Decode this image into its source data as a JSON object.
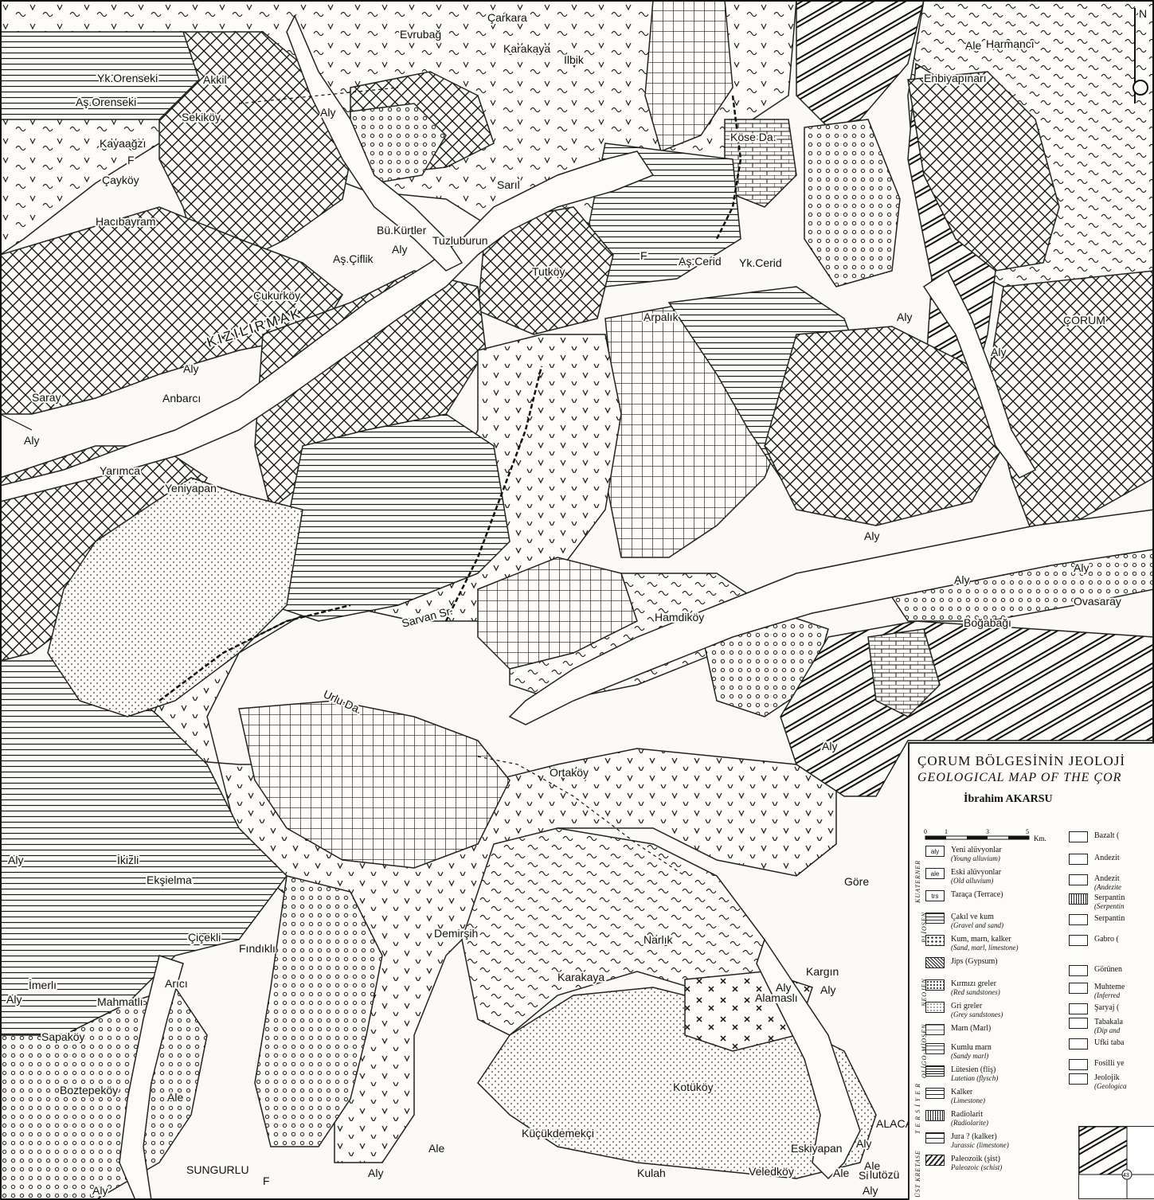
{
  "map": {
    "north_arrow": "N",
    "places": [
      {
        "name": "Çarkara"
      },
      {
        "name": "Karakaya"
      },
      {
        "name": "Evrubağ"
      },
      {
        "name": "Ilbik"
      },
      {
        "name": "Ale"
      },
      {
        "name": "Harmancı"
      },
      {
        "name": "Enbiyapınarı"
      },
      {
        "name": "Yk.Orenseki"
      },
      {
        "name": "Aş.Orenseki"
      },
      {
        "name": "Akkil"
      },
      {
        "name": "Sekiköy"
      },
      {
        "name": "Aly"
      },
      {
        "name": "Kayaağzı"
      },
      {
        "name": "F"
      },
      {
        "name": "Çayköy"
      },
      {
        "name": "Hacıbayram"
      },
      {
        "name": "Köse Da."
      },
      {
        "name": "Sarıl"
      },
      {
        "name": "Bü.Kürtler"
      },
      {
        "name": "Tuzluburun"
      },
      {
        "name": "Aş.Çiflik"
      },
      {
        "name": "Aly"
      },
      {
        "name": "Aş.Cerid"
      },
      {
        "name": "Yk.Cerid"
      },
      {
        "name": "Tutköy"
      },
      {
        "name": "F"
      },
      {
        "name": "Çukurköy"
      },
      {
        "name": "KIZILIRMAK"
      },
      {
        "name": "Arpalık"
      },
      {
        "name": "Aly"
      },
      {
        "name": "ÇORUM"
      },
      {
        "name": "Aly"
      },
      {
        "name": "Aly"
      },
      {
        "name": "Saray"
      },
      {
        "name": "Anbarcı"
      },
      {
        "name": "Aly"
      },
      {
        "name": "Yarımca"
      },
      {
        "name": "Yeniyapan"
      },
      {
        "name": "Aly"
      },
      {
        "name": "Aly"
      },
      {
        "name": "Aly"
      },
      {
        "name": "Ovasaray"
      },
      {
        "name": "Sarvan Sr."
      },
      {
        "name": "Hamdiköy"
      },
      {
        "name": "Boğabağı"
      },
      {
        "name": "Urlu Da."
      },
      {
        "name": "Aly"
      },
      {
        "name": "Ortaköy"
      },
      {
        "name": "Aly"
      },
      {
        "name": "İkizli"
      },
      {
        "name": "Ekşielma"
      },
      {
        "name": "Göre"
      },
      {
        "name": "Demirşih"
      },
      {
        "name": "Narlık"
      },
      {
        "name": "Çiçekli"
      },
      {
        "name": "Fındıklı"
      },
      {
        "name": "Kargın"
      },
      {
        "name": "Karakaya"
      },
      {
        "name": "Aly"
      },
      {
        "name": "İmerlı"
      },
      {
        "name": "Aly"
      },
      {
        "name": "Arıcı"
      },
      {
        "name": "Mahmatlı"
      },
      {
        "name": "Alamaslı"
      },
      {
        "name": "Aly"
      },
      {
        "name": "Sapaköy"
      },
      {
        "name": "Boztepeköy"
      },
      {
        "name": "Ale"
      },
      {
        "name": "Kotüköy"
      },
      {
        "name": "ALACA"
      },
      {
        "name": "Küçükdemekçi"
      },
      {
        "name": "Aly"
      },
      {
        "name": "Ale"
      },
      {
        "name": "Eskiyapan"
      },
      {
        "name": "Ale"
      },
      {
        "name": "SUNGURLU"
      },
      {
        "name": "Aly"
      },
      {
        "name": "Kulah"
      },
      {
        "name": "Veledköy"
      },
      {
        "name": "Ale"
      },
      {
        "name": "Si"
      },
      {
        "name": "Aly"
      },
      {
        "name": "Aly"
      },
      {
        "name": "F"
      },
      {
        "name": "lutözü"
      }
    ]
  },
  "legend": {
    "title": "ÇORUM BÖLGESİNİN JEOLOJİ",
    "subtitle": "GEOLOGICAL MAP OF THE ÇOR",
    "author": "İbrahim AKARSU",
    "scale_labels": [
      "0",
      "1",
      "3",
      "5",
      "Km."
    ],
    "eras": [
      "KUATERNER",
      "NEOJEN",
      "PLİOSEN",
      "OLİGO-MİOSEN",
      "T E R S İ Y E R",
      "ÜST KRETASE"
    ],
    "items_left": [
      {
        "code": "aly",
        "tr": "Yeni alüvyonlar",
        "en": "(Young alluvium)"
      },
      {
        "code": "ale",
        "tr": "Eski alüvyonlar",
        "en": "(Old alluvium)"
      },
      {
        "code": "trs",
        "tr": "Taraça (Terrace)",
        "en": ""
      },
      {
        "code": "",
        "tr": "Çakıl ve kum",
        "en": "(Gravel and sand)"
      },
      {
        "code": "",
        "tr": "Kum, marn, kalker",
        "en": "(Sand, marl, limestone)"
      },
      {
        "code": "",
        "tr": "Jips (Gypsum)",
        "en": ""
      },
      {
        "code": "",
        "tr": "Kırmızı greler",
        "en": "(Red sandstones)"
      },
      {
        "code": "",
        "tr": "Gri greler",
        "en": "(Grey sandstones)"
      },
      {
        "code": "",
        "tr": "Marn (Marl)",
        "en": ""
      },
      {
        "code": "",
        "tr": "Kumlu marn",
        "en": "(Sandy marl)"
      },
      {
        "code": "",
        "tr": "Lütesien (fliş)",
        "en": "Lutetian (flysch)"
      },
      {
        "code": "",
        "tr": "Kalker",
        "en": "(Limestone)"
      },
      {
        "code": "",
        "tr": "Radiolarit",
        "en": "(Radiolarite)"
      },
      {
        "code": "",
        "tr": "Jura ? (kalker)",
        "en": "Jurassic (limestone)"
      },
      {
        "code": "",
        "tr": "Paleozoik (şist)",
        "en": "Paleozoic (schist)"
      }
    ],
    "items_right": [
      {
        "code": "",
        "tr": "Bazalt (",
        "en": ""
      },
      {
        "code": "",
        "tr": "Andezit",
        "en": ""
      },
      {
        "code": "",
        "tr": "Andezit",
        "en": "(Andezite"
      },
      {
        "code": "",
        "tr": "Serpantin",
        "en": "(Serpentin"
      },
      {
        "code": "",
        "tr": "Serpantin",
        "en": ""
      },
      {
        "code": "",
        "tr": "Gabro (",
        "en": ""
      },
      {
        "code": "",
        "tr": "Görünen",
        "en": ""
      },
      {
        "code": "",
        "tr": "Muhteme",
        "en": "(Inferred"
      },
      {
        "code": "",
        "tr": "Şaryaj (",
        "en": ""
      },
      {
        "code": "",
        "tr": "Tabakala",
        "en": "(Dip and"
      },
      {
        "code": "",
        "tr": "Ufki taba",
        "en": ""
      },
      {
        "code": "",
        "tr": "Fosilli ye",
        "en": ""
      },
      {
        "code": "",
        "tr": "Jeolojik",
        "en": "(Geologica"
      }
    ],
    "index_number": "43"
  }
}
